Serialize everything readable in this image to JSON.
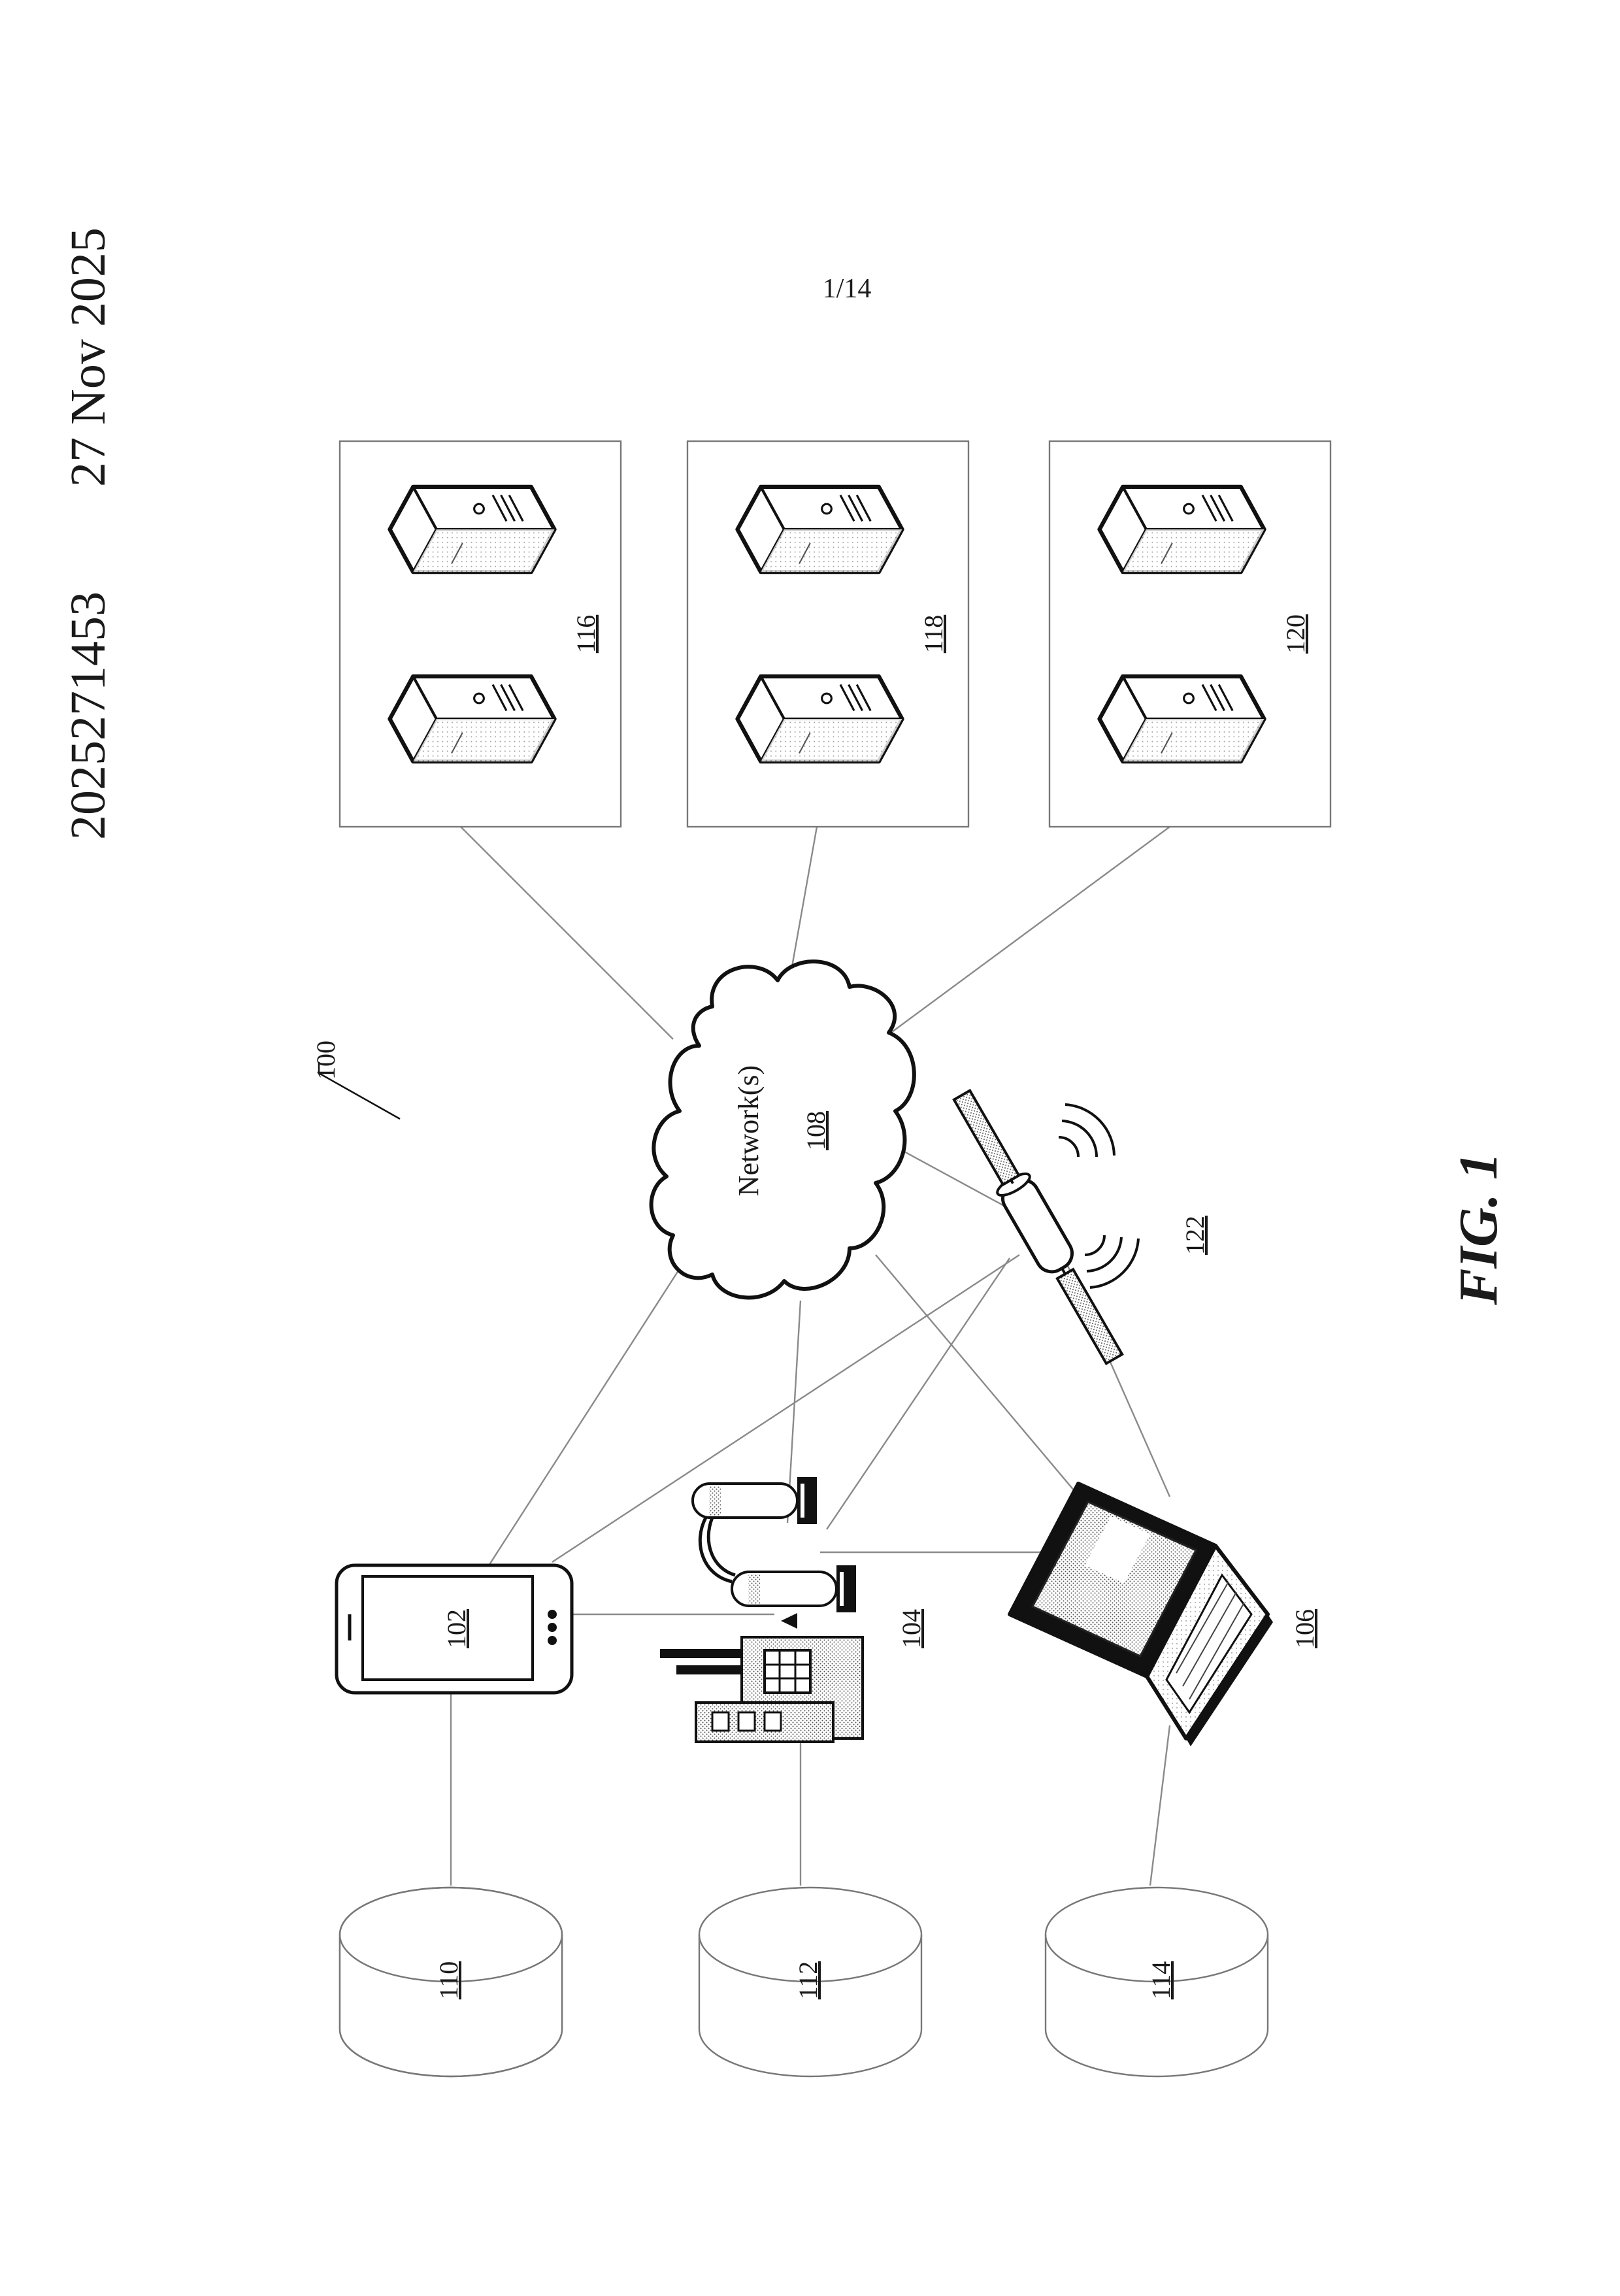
{
  "header": {
    "doc_number": "2025271453",
    "date": "27 Nov 2025",
    "sheet": "1/14"
  },
  "figure": {
    "caption": "FIG. 1",
    "system_ref": "100",
    "network": {
      "label": "Network(s)",
      "ref": "108"
    },
    "devices": {
      "mobile_ref": "102",
      "plant_ref": "104",
      "laptop_ref": "106",
      "satellite_ref": "122"
    },
    "databases": [
      "110",
      "112",
      "114"
    ],
    "server_groups": [
      "116",
      "118",
      "120"
    ]
  }
}
